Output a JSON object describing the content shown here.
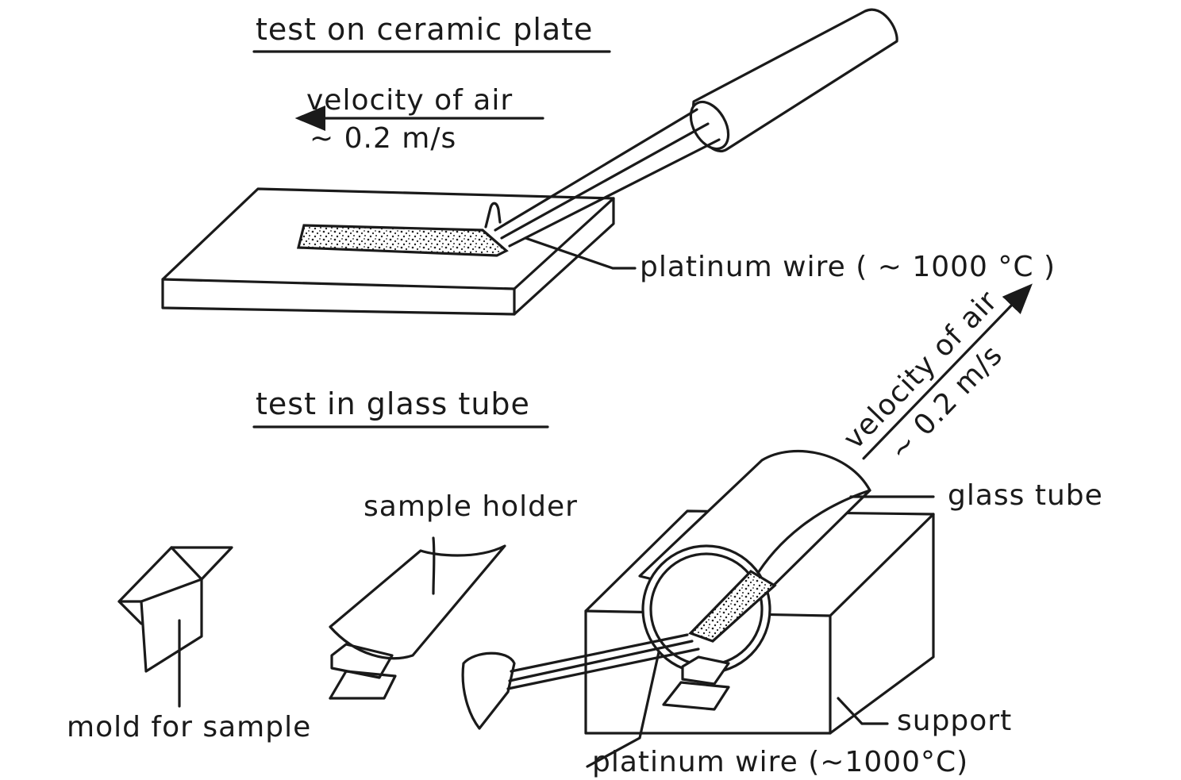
{
  "top_section": {
    "title": "test on ceramic plate",
    "air_label": "velocity of air",
    "air_value": "~ 0.2 m/s",
    "wire_label": "platinum wire ( ~ 1000 °C )"
  },
  "bottom_section": {
    "title": "test in glass  tube",
    "air_label": "velocity of air",
    "air_value": "~ 0.2 m/s",
    "glass_tube_label": "glass tube",
    "sample_holder_label": "sample holder",
    "mold_label": "mold for sample",
    "support_label": "support",
    "wire_label": "platinum wire (~1000°C)"
  }
}
